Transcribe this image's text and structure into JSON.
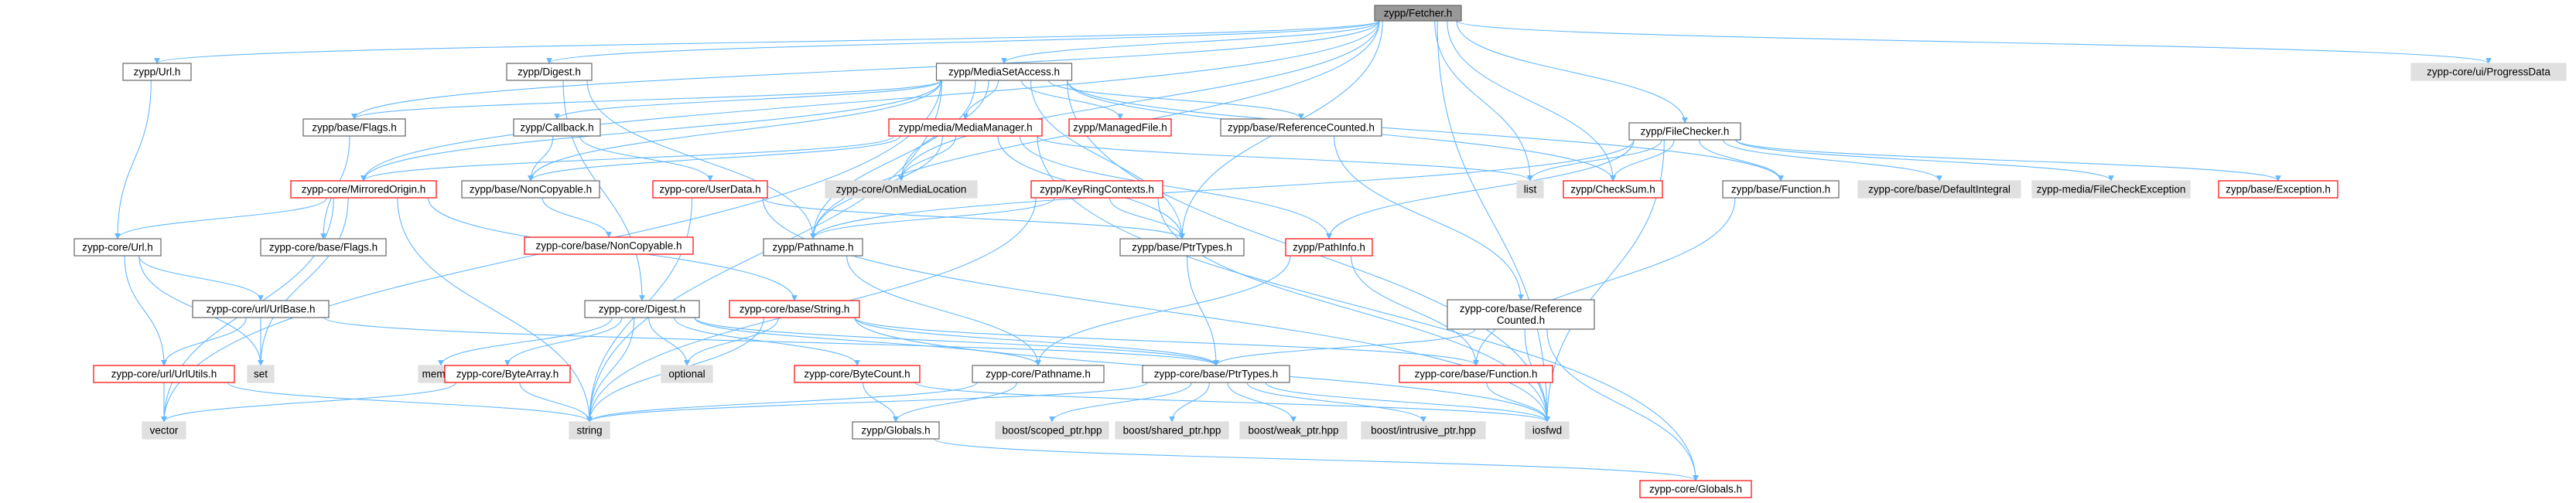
{
  "graph": {
    "nodes": [
      {
        "id": "fetcher",
        "label": "zypp/Fetcher.h",
        "style": "root"
      },
      {
        "id": "url",
        "label": "zypp/Url.h",
        "style": "normal"
      },
      {
        "id": "digest",
        "label": "zypp/Digest.h",
        "style": "normal"
      },
      {
        "id": "msa",
        "label": "zypp/MediaSetAccess.h",
        "style": "normal"
      },
      {
        "id": "progressdata",
        "label": "zypp-core/ui/ProgressData",
        "style": "external"
      },
      {
        "id": "baseflags",
        "label": "zypp/base/Flags.h",
        "style": "normal"
      },
      {
        "id": "callback",
        "label": "zypp/Callback.h",
        "style": "normal"
      },
      {
        "id": "mediamanager",
        "label": "zypp/media/MediaManager.h",
        "style": "missing"
      },
      {
        "id": "managedfile",
        "label": "zypp/ManagedFile.h",
        "style": "missing"
      },
      {
        "id": "refcounted",
        "label": "zypp/base/ReferenceCounted.h",
        "style": "normal"
      },
      {
        "id": "filechecker",
        "label": "zypp/FileChecker.h",
        "style": "normal"
      },
      {
        "id": "mirroredorigin",
        "label": "zypp-core/MirroredOrigin.h",
        "style": "missing"
      },
      {
        "id": "noncopyable",
        "label": "zypp/base/NonCopyable.h",
        "style": "normal"
      },
      {
        "id": "userdata",
        "label": "zypp-core/UserData.h",
        "style": "missing"
      },
      {
        "id": "onmedialocation",
        "label": "zypp-core/OnMediaLocation",
        "style": "external"
      },
      {
        "id": "list",
        "label": "list",
        "style": "external"
      },
      {
        "id": "checksum",
        "label": "zypp/CheckSum.h",
        "style": "missing"
      },
      {
        "id": "basefunction",
        "label": "zypp/base/Function.h",
        "style": "normal"
      },
      {
        "id": "defaultintegral",
        "label": "zypp-core/base/DefaultIntegral",
        "style": "external"
      },
      {
        "id": "filecheckexception",
        "label": "zypp-media/FileCheckException",
        "style": "external"
      },
      {
        "id": "baseexception",
        "label": "zypp/base/Exception.h",
        "style": "missing"
      },
      {
        "id": "corenoncopyable",
        "label": "zypp-core/base/NonCopyable.h",
        "style": "missing"
      },
      {
        "id": "keyring",
        "label": "zypp/KeyRingContexts.h",
        "style": "missing"
      },
      {
        "id": "pathname",
        "label": "zypp/Pathname.h",
        "style": "normal"
      },
      {
        "id": "baseptrtypes",
        "label": "zypp/base/PtrTypes.h",
        "style": "normal"
      },
      {
        "id": "pathinfo",
        "label": "zypp/PathInfo.h",
        "style": "missing"
      },
      {
        "id": "coreurl",
        "label": "zypp-core/Url.h",
        "style": "normal"
      },
      {
        "id": "coreflags",
        "label": "zypp-core/base/Flags.h",
        "style": "normal"
      },
      {
        "id": "corerefcounted",
        "label": [
          "zypp-core/base/Reference",
          "Counted.h"
        ],
        "style": "normal"
      },
      {
        "id": "urlbase",
        "label": "zypp-core/url/UrlBase.h",
        "style": "normal"
      },
      {
        "id": "coredigest",
        "label": "zypp-core/Digest.h",
        "style": "normal"
      },
      {
        "id": "corestring",
        "label": "zypp-core/base/String.h",
        "style": "missing"
      },
      {
        "id": "memory",
        "label": "memory",
        "style": "external"
      },
      {
        "id": "bytearray",
        "label": "zypp-core/ByteArray.h",
        "style": "missing"
      },
      {
        "id": "optional",
        "label": "optional",
        "style": "external"
      },
      {
        "id": "bytecount",
        "label": "zypp-core/ByteCount.h",
        "style": "missing"
      },
      {
        "id": "corepathname",
        "label": "zypp-core/Pathname.h",
        "style": "normal"
      },
      {
        "id": "coreptrtypes",
        "label": "zypp-core/base/PtrTypes.h",
        "style": "normal"
      },
      {
        "id": "corefunction",
        "label": "zypp-core/base/Function.h",
        "style": "missing"
      },
      {
        "id": "set",
        "label": "set",
        "style": "external"
      },
      {
        "id": "urlutils",
        "label": "zypp-core/url/UrlUtils.h",
        "style": "missing"
      },
      {
        "id": "vector",
        "label": "vector",
        "style": "external"
      },
      {
        "id": "string",
        "label": "string",
        "style": "external"
      },
      {
        "id": "globals",
        "label": "zypp/Globals.h",
        "style": "normal"
      },
      {
        "id": "scopedptr",
        "label": "boost/scoped_ptr.hpp",
        "style": "external"
      },
      {
        "id": "sharedptr",
        "label": "boost/shared_ptr.hpp",
        "style": "external"
      },
      {
        "id": "weakptr",
        "label": "boost/weak_ptr.hpp",
        "style": "external"
      },
      {
        "id": "intrusiveptr",
        "label": "boost/intrusive_ptr.hpp",
        "style": "external"
      },
      {
        "id": "iosfwd",
        "label": "iosfwd",
        "style": "external"
      },
      {
        "id": "coreglobals",
        "label": "zypp-core/Globals.h",
        "style": "missing"
      }
    ],
    "edges": [
      [
        "fetcher",
        "url"
      ],
      [
        "fetcher",
        "digest"
      ],
      [
        "fetcher",
        "msa"
      ],
      [
        "fetcher",
        "progressdata"
      ],
      [
        "fetcher",
        "filechecker"
      ],
      [
        "fetcher",
        "baseflags"
      ],
      [
        "fetcher",
        "onmedialocation"
      ],
      [
        "fetcher",
        "list"
      ],
      [
        "fetcher",
        "checksum"
      ],
      [
        "fetcher",
        "pathname"
      ],
      [
        "fetcher",
        "baseptrtypes"
      ],
      [
        "fetcher",
        "iosfwd"
      ],
      [
        "fetcher",
        "mirroredorigin"
      ],
      [
        "url",
        "coreurl"
      ],
      [
        "digest",
        "coredigest"
      ],
      [
        "digest",
        "pathname"
      ],
      [
        "msa",
        "baseflags"
      ],
      [
        "msa",
        "callback"
      ],
      [
        "msa",
        "mediamanager"
      ],
      [
        "msa",
        "managedfile"
      ],
      [
        "msa",
        "refcounted"
      ],
      [
        "msa",
        "noncopyable"
      ],
      [
        "msa",
        "mirroredorigin"
      ],
      [
        "msa",
        "onmedialocation"
      ],
      [
        "msa",
        "basefunction"
      ],
      [
        "msa",
        "checksum"
      ],
      [
        "msa",
        "pathname"
      ],
      [
        "msa",
        "baseptrtypes"
      ],
      [
        "msa",
        "string"
      ],
      [
        "msa",
        "vector"
      ],
      [
        "msa",
        "iosfwd"
      ],
      [
        "baseflags",
        "coreflags"
      ],
      [
        "callback",
        "noncopyable"
      ],
      [
        "callback",
        "userdata"
      ],
      [
        "mediamanager",
        "noncopyable"
      ],
      [
        "mediamanager",
        "onmedialocation"
      ],
      [
        "mediamanager",
        "mirroredorigin"
      ],
      [
        "mediamanager",
        "list"
      ],
      [
        "mediamanager",
        "baseptrtypes"
      ],
      [
        "mediamanager",
        "pathname"
      ],
      [
        "mediamanager",
        "pathinfo"
      ],
      [
        "mediamanager",
        "coreglobals"
      ],
      [
        "refcounted",
        "corerefcounted"
      ],
      [
        "filechecker",
        "list"
      ],
      [
        "filechecker",
        "checksum"
      ],
      [
        "filechecker",
        "basefunction"
      ],
      [
        "filechecker",
        "defaultintegral"
      ],
      [
        "filechecker",
        "filecheckexception"
      ],
      [
        "filechecker",
        "baseexception"
      ],
      [
        "filechecker",
        "pathname"
      ],
      [
        "filechecker",
        "pathinfo"
      ],
      [
        "filechecker",
        "iosfwd"
      ],
      [
        "mirroredorigin",
        "coreurl"
      ],
      [
        "mirroredorigin",
        "string"
      ],
      [
        "mirroredorigin",
        "vector"
      ],
      [
        "mirroredorigin",
        "set"
      ],
      [
        "mirroredorigin",
        "corestring"
      ],
      [
        "noncopyable",
        "corenoncopyable"
      ],
      [
        "userdata",
        "baseptrtypes"
      ],
      [
        "userdata",
        "string"
      ],
      [
        "userdata",
        "iosfwd"
      ],
      [
        "basefunction",
        "corefunction"
      ],
      [
        "keyring",
        "pathname"
      ],
      [
        "keyring",
        "baseptrtypes"
      ],
      [
        "keyring",
        "string"
      ],
      [
        "keyring",
        "iosfwd"
      ],
      [
        "pathname",
        "corepathname"
      ],
      [
        "baseptrtypes",
        "coreptrtypes"
      ],
      [
        "pathinfo",
        "corepathname"
      ],
      [
        "pathinfo",
        "corefunction"
      ],
      [
        "coreurl",
        "urlbase"
      ],
      [
        "coreurl",
        "urlutils"
      ],
      [
        "coreurl",
        "set"
      ],
      [
        "urlbase",
        "urlutils"
      ],
      [
        "urlbase",
        "coreptrtypes"
      ],
      [
        "urlbase",
        "set"
      ],
      [
        "corerefcounted",
        "coreptrtypes"
      ],
      [
        "corerefcounted",
        "iosfwd"
      ],
      [
        "corerefcounted",
        "coreglobals"
      ],
      [
        "coredigest",
        "memory"
      ],
      [
        "coredigest",
        "bytearray"
      ],
      [
        "coredigest",
        "optional"
      ],
      [
        "coredigest",
        "bytecount"
      ],
      [
        "coredigest",
        "corepathname"
      ],
      [
        "coredigest",
        "coreptrtypes"
      ],
      [
        "coredigest",
        "string"
      ],
      [
        "corestring",
        "optional"
      ],
      [
        "corestring",
        "string"
      ],
      [
        "corestring",
        "corefunction"
      ],
      [
        "corestring",
        "coreptrtypes"
      ],
      [
        "corestring",
        "iosfwd"
      ],
      [
        "bytearray",
        "string"
      ],
      [
        "bytearray",
        "vector"
      ],
      [
        "bytecount",
        "globals"
      ],
      [
        "bytecount",
        "iosfwd"
      ],
      [
        "corepathname",
        "string"
      ],
      [
        "corepathname",
        "globals"
      ],
      [
        "coreptrtypes",
        "scopedptr"
      ],
      [
        "coreptrtypes",
        "sharedptr"
      ],
      [
        "coreptrtypes",
        "weakptr"
      ],
      [
        "coreptrtypes",
        "intrusiveptr"
      ],
      [
        "coreptrtypes",
        "string"
      ],
      [
        "coreptrtypes",
        "iosfwd"
      ],
      [
        "corefunction",
        "iosfwd"
      ],
      [
        "urlutils",
        "string"
      ],
      [
        "urlutils",
        "vector"
      ],
      [
        "globals",
        "coreglobals"
      ]
    ]
  },
  "colors": {
    "edge": "#63b8ff",
    "root_fill": "#999999",
    "normal_border": "#666666",
    "missing_border": "#ff0000",
    "external_fill": "#e0e0e0",
    "text": "#000000"
  }
}
